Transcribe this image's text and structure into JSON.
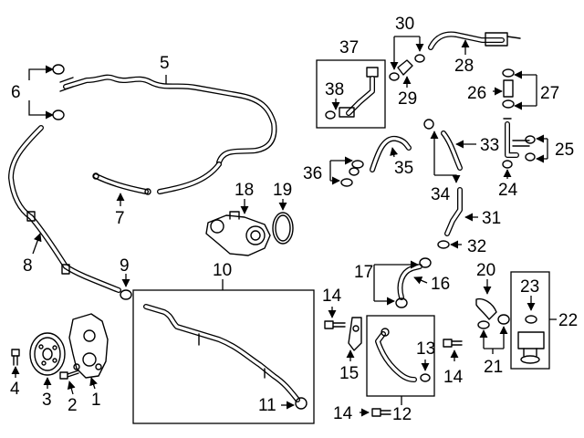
{
  "callouts": {
    "c1": "1",
    "c2": "2",
    "c3": "3",
    "c4": "4",
    "c5": "5",
    "c6": "6",
    "c7": "7",
    "c8": "8",
    "c9": "9",
    "c10": "10",
    "c11": "11",
    "c12": "12",
    "c13": "13",
    "c14a": "14",
    "c14b": "14",
    "c14c": "14",
    "c15": "15",
    "c16": "16",
    "c17": "17",
    "c18": "18",
    "c19": "19",
    "c20": "20",
    "c21": "21",
    "c22": "22",
    "c23": "23",
    "c24": "24",
    "c25": "25",
    "c26": "26",
    "c27": "27",
    "c28": "28",
    "c29": "29",
    "c30": "30",
    "c31": "31",
    "c32": "32",
    "c33": "33",
    "c34": "34",
    "c35": "35",
    "c36": "36",
    "c37": "37",
    "c38": "38"
  }
}
